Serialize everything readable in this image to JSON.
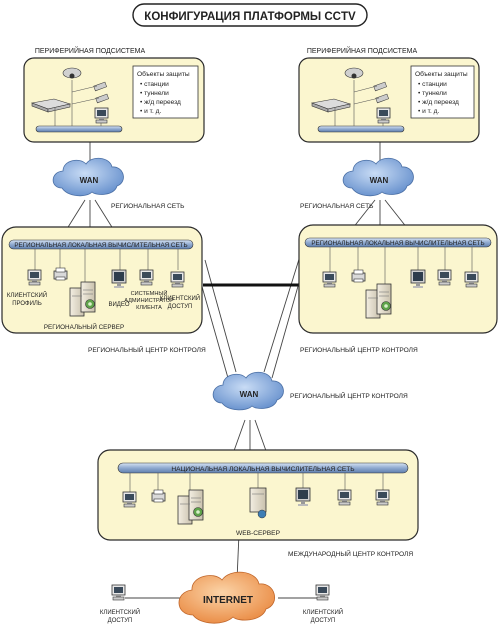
{
  "title": "КОНФИГУРАЦИЯ ПЛАТФОРМЫ CCTV",
  "peripheral": {
    "left_title": "ПЕРИФЕРИЙНАЯ ПОДСИСТЕМА",
    "right_title": "ПЕРИФЕРИЙНАЯ ПОДСИСТЕМА",
    "objects_heading": "Объекты защиты",
    "objects": [
      "станции",
      "туннели",
      "ж/д переезд",
      "и т. д."
    ]
  },
  "wan": {
    "label": "WAN",
    "regional_net_left": "РЕГИОНАЛЬНАЯ СЕТЬ",
    "regional_net_right": "РЕГИОНАЛЬНАЯ СЕТЬ"
  },
  "regional": {
    "lan_label": "РЕГИОНАЛЬНАЯ ЛОКАЛЬНАЯ ВЫЧИСЛИТЕЛЬНАЯ СЕТЬ",
    "client_profile_1": "КЛИЕНТСКИЙ",
    "client_profile_2": "ПРОФИЛЬ",
    "video": "ВИДЕО",
    "sysadmin_1": "СИСТЕМНЫЙ",
    "sysadmin_2": "АДМИНИСТРАТОР",
    "sysadmin_3": "КЛИЕНТА",
    "client_access_1": "КЛИЕНТСКИЙ",
    "client_access_2": "ДОСТУП",
    "server": "РЕГИОНАЛЬНЫЙ СЕРВЕР",
    "center_left": "РЕГИОНАЛЬНЫЙ ЦЕНТР КОНТРОЛЯ",
    "center_right": "РЕГИОНАЛЬНЫЙ ЦЕНТР КОНТРОЛЯ",
    "center_mid": "РЕГИОНАЛЬНЫЙ ЦЕНТР КОНТРОЛЯ"
  },
  "national": {
    "lan_label": "НАЦИОНАЛЬНАЯ ЛОКАЛЬНАЯ ВЫЧИСЛИТЕЛЬНАЯ СЕТЬ",
    "web_server": "WEB-СЕРВЕР",
    "center": "МЕЖДУНАРОДНЫЙ ЦЕНТР КОНТРОЛЯ"
  },
  "internet": {
    "label": "INTERNET",
    "client_left_1": "КЛИЕНТСКИЙ",
    "client_left_2": "ДОСТУП",
    "client_right_1": "КЛИЕНТСКИЙ",
    "client_right_2": "ДОСТУП"
  },
  "colors": {
    "panel_fill": "#fbf6cf",
    "panel_stroke": "#2b2b2b",
    "lan_bar": "#9fb8da",
    "cloud": "#7fa8dd",
    "internet_cloud": "#f2a25c",
    "line": "#444444"
  }
}
